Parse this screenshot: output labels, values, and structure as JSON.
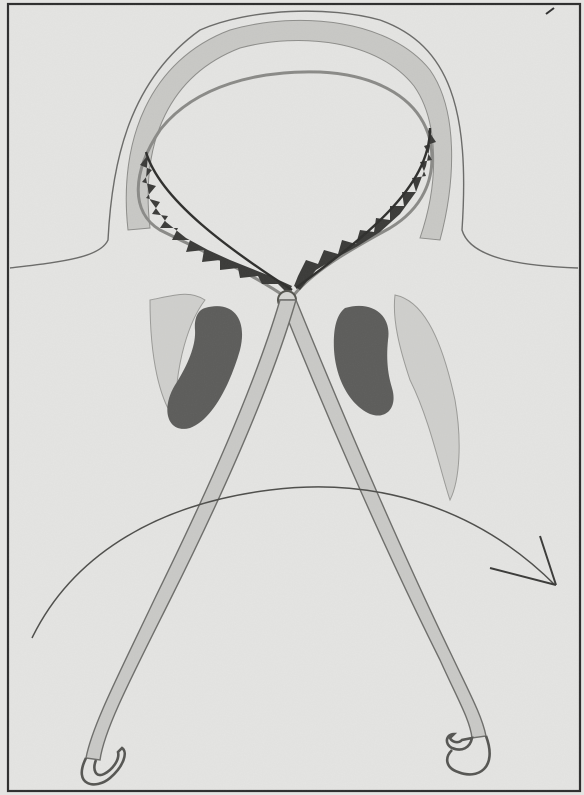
{
  "figure": {
    "kind": "engraving",
    "subject": "forceps-illustration",
    "tone": "grayscale",
    "colors": {
      "paper": "#e4e4e2",
      "border": "#2f2f2f",
      "ink": "#6a6a68",
      "instrument_fill": "#c9c9c6",
      "instrument_edge": "#8a8a87",
      "teeth": "#3a3a38",
      "shadow": "#5c5c5a",
      "tissue": "#b4b4b1"
    }
  }
}
